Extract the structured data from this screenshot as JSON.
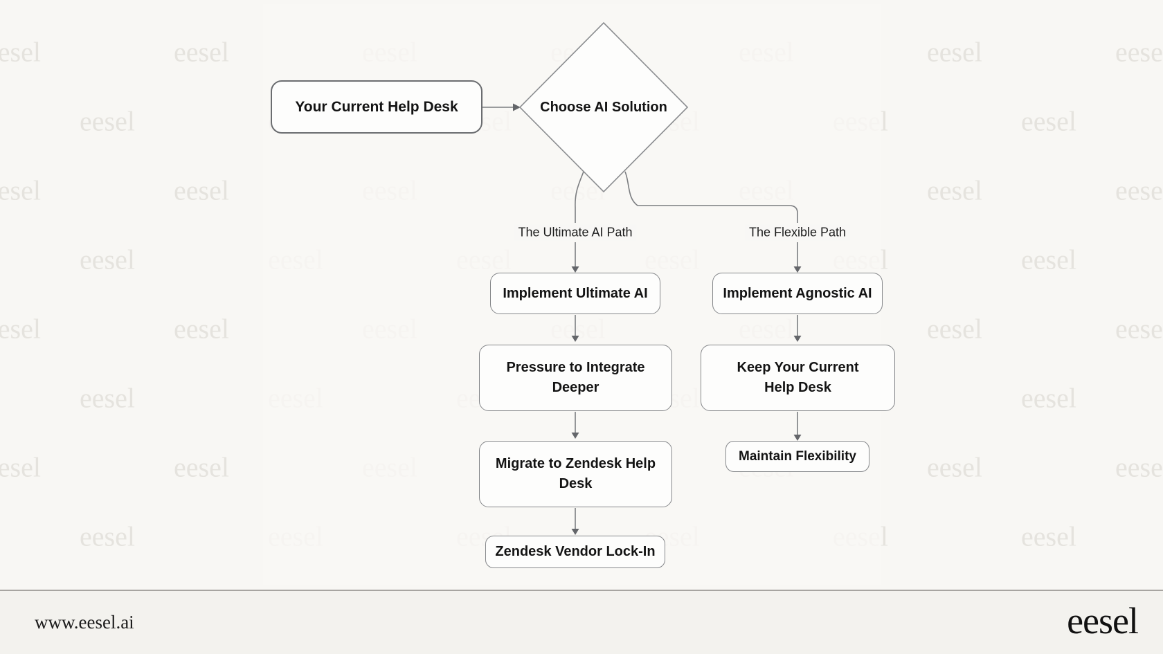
{
  "watermark": {
    "text": "eesel"
  },
  "flowchart": {
    "nodes": {
      "current_help_desk": {
        "label": "Your Current Help Desk"
      },
      "choose_ai": {
        "label": "Choose AI Solution"
      },
      "implement_ultimate": {
        "label": "Implement Ultimate AI"
      },
      "pressure": {
        "label": "Pressure to Integrate Deeper"
      },
      "migrate": {
        "label": "Migrate to Zendesk Help Desk"
      },
      "lock_in": {
        "label": "Zendesk Vendor Lock-In"
      },
      "implement_agnostic": {
        "label": "Implement Agnostic AI"
      },
      "keep_desk": {
        "label": "Keep Your Current Help Desk"
      },
      "flexibility": {
        "label": "Maintain Flexibility"
      }
    },
    "edge_labels": {
      "ultimate_path": "The Ultimate AI Path",
      "flexible_path": "The Flexible Path"
    }
  },
  "footer": {
    "website": "www.eesel.ai",
    "logo": "eesel"
  },
  "colors": {
    "background": "#f8f7f4",
    "footer_background": "#f3f2ee",
    "node_fill": "#fdfdfc",
    "node_border": "#85878a",
    "edge_line": "#7b7d80",
    "watermark": "#e5e3de",
    "text": "#131313"
  }
}
